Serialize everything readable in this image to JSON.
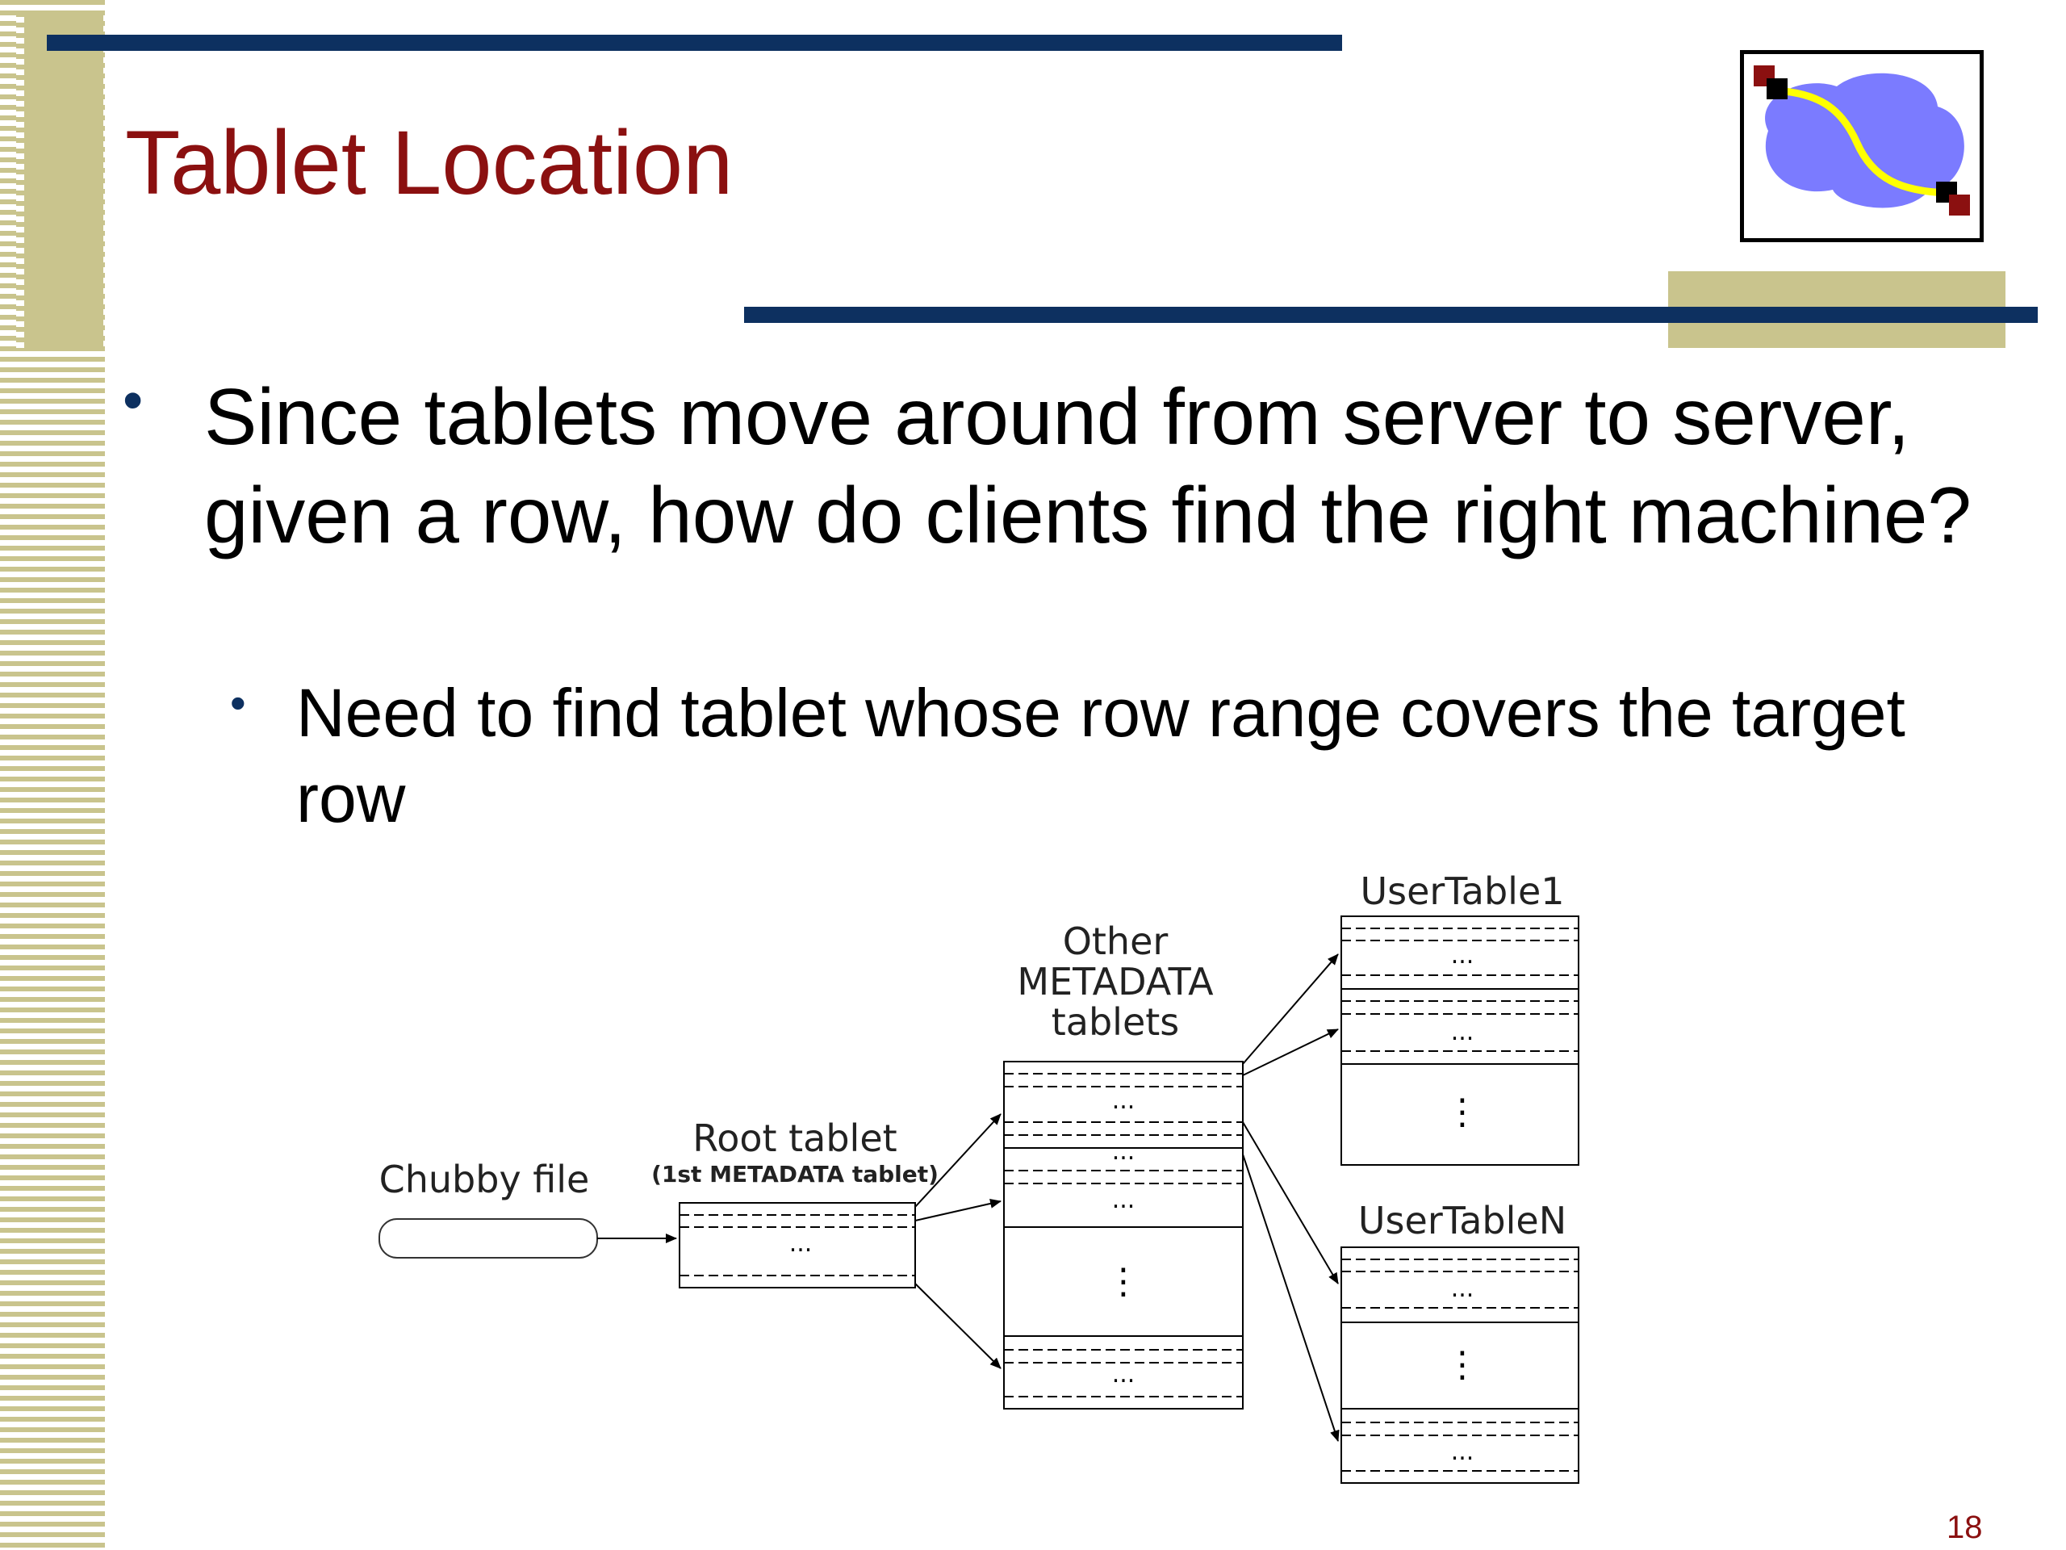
{
  "slide": {
    "title": "Tablet Location",
    "page_number": "18",
    "bullets": [
      {
        "text": "Since tablets move around from server to server, given a row, how do clients find the right machine?",
        "sub": [
          {
            "text": "Need to find tablet whose row range covers the target row"
          }
        ]
      }
    ]
  },
  "diagram": {
    "chubby_label": "Chubby file",
    "root_label": "Root tablet",
    "root_sublabel": "(1st METADATA tablet)",
    "metadata_label_lines": [
      "Other",
      "METADATA",
      "tablets"
    ],
    "user_table_1": "UserTable1",
    "user_table_n": "UserTableN",
    "ellipsis": "...",
    "vdots": "⋮"
  },
  "logo": {
    "cloud_color": "#7b7bff",
    "path_color": "#ffff00",
    "endpoint_color": "#000000",
    "accent_color": "#8b1010"
  },
  "colors": {
    "title": "#8b1010",
    "rules": "#0d3060",
    "tan": "#c9c48d",
    "bullet": "#0d3060"
  }
}
